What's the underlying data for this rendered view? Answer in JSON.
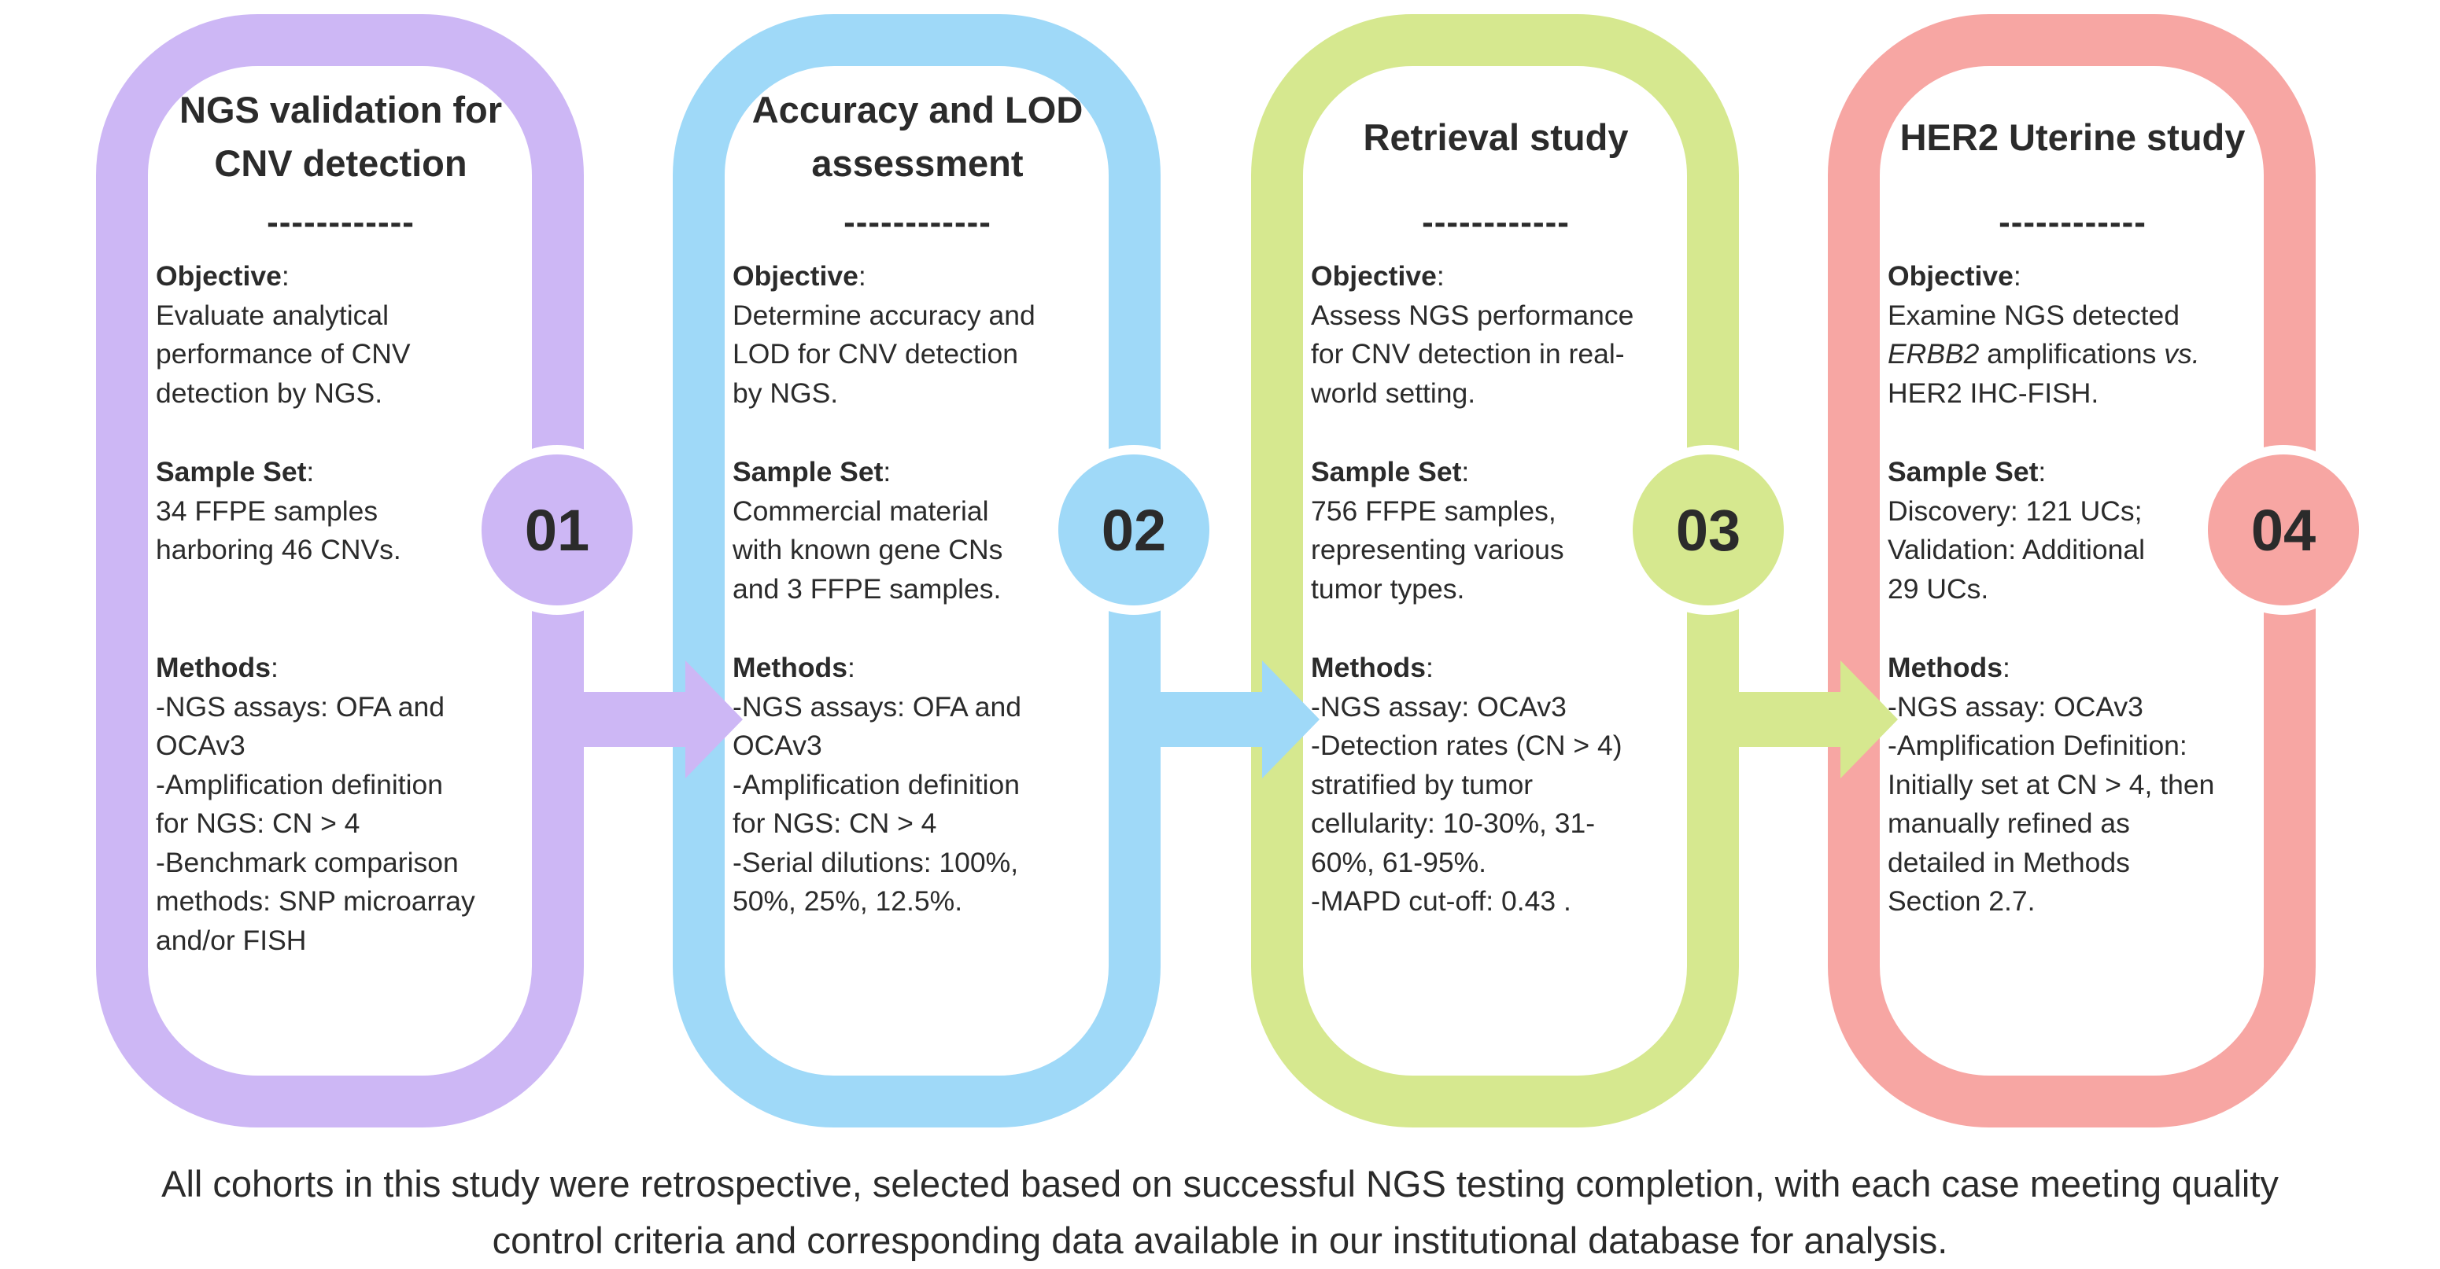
{
  "colors": {
    "purple": "#cdb7f5",
    "blue": "#9fd9f8",
    "green": "#d6e88f",
    "pink": "#f7a6a3",
    "text": "#2b2b2b"
  },
  "stages": [
    {
      "number": "01",
      "title_lines": [
        "NGS validation for",
        "CNV detection"
      ],
      "dashes": "------------",
      "objective_label": "Objective",
      "objective_lines": [
        "Evaluate analytical",
        "performance of CNV",
        "detection by NGS."
      ],
      "sample_label": "Sample Set",
      "sample_lines": [
        "34  FFPE samples",
        "harboring 46 CNVs."
      ],
      "methods_label": "Methods",
      "methods_lines": [
        "-NGS assays: OFA and",
        "OCAv3",
        "-Amplification definition",
        "for NGS: CN > 4",
        "-Benchmark comparison",
        "methods: SNP microarray",
        "and/or FISH"
      ]
    },
    {
      "number": "02",
      "title_lines": [
        "Accuracy and LOD",
        "assessment"
      ],
      "dashes": "------------",
      "objective_label": "Objective",
      "objective_lines": [
        "Determine accuracy and",
        "LOD for CNV detection",
        "by NGS."
      ],
      "sample_label": "Sample Set",
      "sample_lines": [
        "Commercial material",
        "with known gene CNs",
        "and 3 FFPE samples."
      ],
      "methods_label": "Methods",
      "methods_lines": [
        "-NGS assays: OFA and",
        "OCAv3",
        "-Amplification definition",
        "for NGS: CN > 4",
        "-Serial dilutions: 100%,",
        "50%, 25%, 12.5%."
      ]
    },
    {
      "number": "03",
      "title_lines": [
        "Retrieval study"
      ],
      "dashes": "------------",
      "objective_label": "Objective",
      "objective_lines": [
        "Assess NGS performance",
        "for CNV detection in real-",
        "world setting."
      ],
      "sample_label": "Sample Set",
      "sample_lines": [
        "756 FFPE samples,",
        "representing various",
        "tumor types."
      ],
      "methods_label": "Methods",
      "methods_lines": [
        "-NGS assay: OCAv3",
        "-Detection rates (CN > 4)",
        "stratified by tumor",
        "cellularity: 10-30%, 31-",
        "60%, 61-95%.",
        "-MAPD cut-off: 0.43 ."
      ]
    },
    {
      "number": "04",
      "title_lines": [
        "HER2 Uterine study"
      ],
      "dashes": "------------",
      "objective_label": "Objective",
      "objective_lines": [
        "Examine NGS detected",
        "ERBB2 amplifications vs.",
        "HER2 IHC-FISH."
      ],
      "sample_label": "Sample Set",
      "sample_lines": [
        "Discovery: 121 UCs;",
        "Validation: Additional",
        "29 UCs."
      ],
      "methods_label": "Methods",
      "methods_lines": [
        "-NGS assay: OCAv3",
        "-Amplification Definition:",
        "Initially set at CN > 4, then",
        "manually refined as",
        "detailed in Methods",
        "Section 2.7."
      ]
    }
  ],
  "caption_lines": [
    "All cohorts in this study were retrospective, selected based on successful NGS testing completion, with each case meeting quality",
    "control criteria and corresponding data available in our institutional database for analysis."
  ]
}
